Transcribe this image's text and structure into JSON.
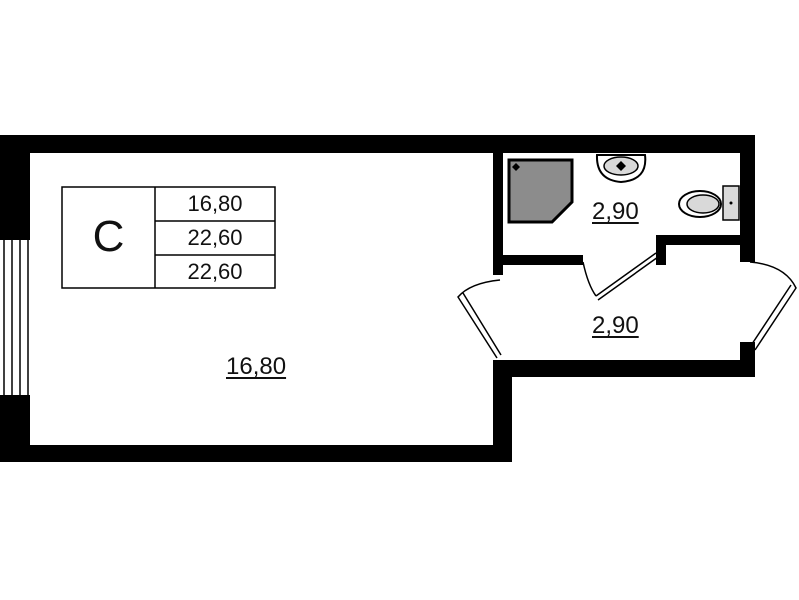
{
  "legend": {
    "room_type": "C",
    "values": [
      "16,80",
      "22,60",
      "22,60"
    ]
  },
  "rooms": {
    "living_area": "16,80",
    "bathroom_area": "2,90",
    "hall_area": "2,90"
  },
  "colors": {
    "wall": "#000000",
    "shower": "#8c8c8c",
    "fixture": "#d9d9d9"
  }
}
